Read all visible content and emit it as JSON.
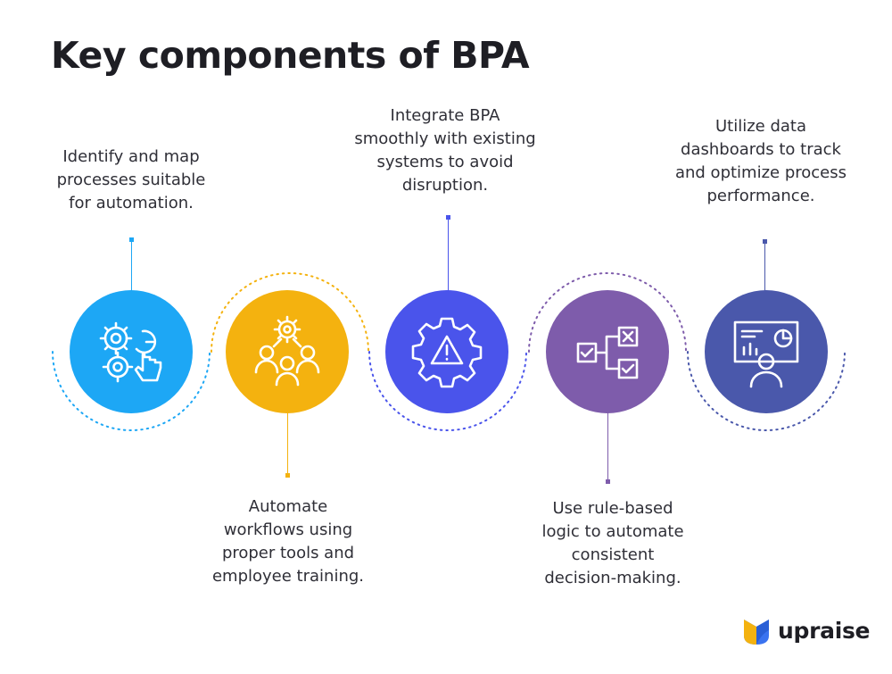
{
  "title": "Key components of BPA",
  "colors": {
    "step1": "#1da7f5",
    "step2": "#f4b20f",
    "step3": "#4a54eb",
    "step4": "#7e5cab",
    "step5": "#4a58ab",
    "text": "#2f2f37",
    "title": "#1e1e24"
  },
  "steps": [
    {
      "icon": "gears-hand-icon",
      "text": "Identify and map\nprocesses suitable\nfor automation."
    },
    {
      "icon": "team-gear-icon",
      "text": "Automate\nworkflows using\nproper tools and\nemployee training."
    },
    {
      "icon": "gear-warning-icon",
      "text": "Integrate BPA\nsmoothly with existing\nsystems to avoid\ndisruption."
    },
    {
      "icon": "decision-flow-icon",
      "text": "Use rule-based\nlogic to automate\nconsistent\ndecision-making."
    },
    {
      "icon": "dashboard-presenter-icon",
      "text": "Utilize data\ndashboards to track\nand optimize process\nperformance."
    }
  ],
  "brand": {
    "name": "upraise",
    "icon": "upraise-logo-icon"
  }
}
